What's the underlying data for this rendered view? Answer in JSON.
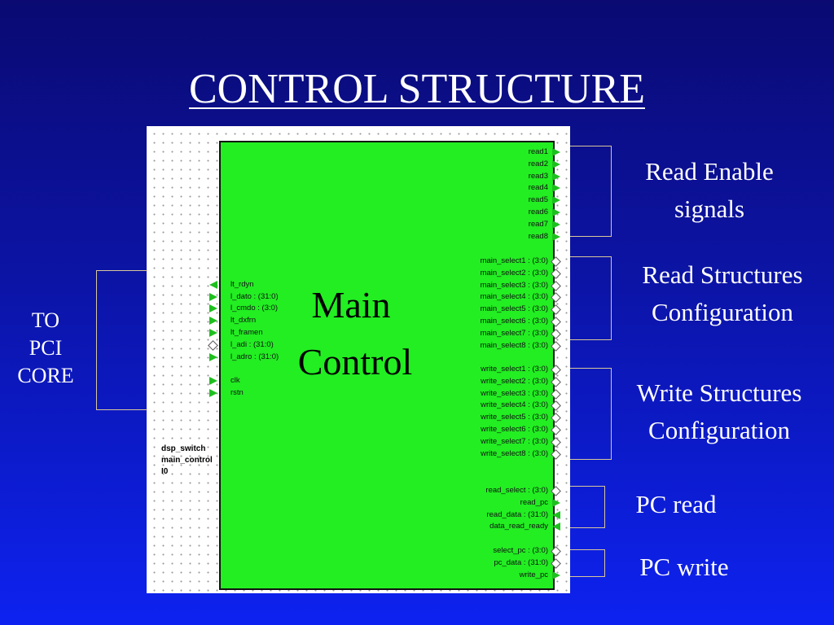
{
  "slide": {
    "title": "CONTROL STRUCTURE"
  },
  "block": {
    "label_line1": "Main",
    "label_line2": "Control",
    "instance": [
      "dsp_switch",
      "main_control",
      "I0"
    ]
  },
  "left_pins": [
    {
      "name": "lt_rdyn",
      "type": "input"
    },
    {
      "name": "l_dato : (31:0)",
      "type": "output"
    },
    {
      "name": "l_cmdo : (3:0)",
      "type": "output"
    },
    {
      "name": "lt_dxfrn",
      "type": "output"
    },
    {
      "name": "lt_framen",
      "type": "output"
    },
    {
      "name": "l_adi : (31:0)",
      "type": "bidir"
    },
    {
      "name": "l_adro : (31:0)",
      "type": "output"
    },
    {
      "name": "clk",
      "type": "output"
    },
    {
      "name": "rstn",
      "type": "output"
    }
  ],
  "read_pins": [
    "read1",
    "read2",
    "read3",
    "read4",
    "read5",
    "read6",
    "read7",
    "read8"
  ],
  "main_select_pins": [
    "main_select1 : (3:0)",
    "main_select2 : (3:0)",
    "main_select3 : (3:0)",
    "main_select4 : (3:0)",
    "main_select5 : (3:0)",
    "main_select6 : (3:0)",
    "main_select7 : (3:0)",
    "main_select8 : (3:0)"
  ],
  "write_select_pins": [
    "write_select1 : (3:0)",
    "write_select2 : (3:0)",
    "write_select3 : (3:0)",
    "write_select4 : (3:0)",
    "write_select5 : (3:0)",
    "write_select6 : (3:0)",
    "write_select7 : (3:0)",
    "write_select8 : (3:0)"
  ],
  "pc_read_pins": [
    {
      "name": "read_select : (3:0)",
      "type": "bidir"
    },
    {
      "name": "read_pc",
      "type": "output"
    },
    {
      "name": "read_data : (31:0)",
      "type": "input"
    },
    {
      "name": "data_read_ready",
      "type": "input"
    }
  ],
  "pc_write_pins": [
    {
      "name": "select_pc : (3:0)",
      "type": "bidir"
    },
    {
      "name": "pc_data : (31:0)",
      "type": "bidir"
    },
    {
      "name": "write_pc",
      "type": "output"
    }
  ],
  "annotations": {
    "read_enable": [
      "Read Enable",
      "signals"
    ],
    "read_structures": [
      "Read Structures",
      "Configuration"
    ],
    "write_structures": [
      "Write Structures",
      "Configuration"
    ],
    "pc_read": "PC read",
    "pc_write": "PC write",
    "to_pci": [
      "TO",
      "PCI",
      "CORE"
    ]
  },
  "colors": {
    "background_top": "#0a0a72",
    "background_bottom": "#0d22f0",
    "block_fill": "#22ee22",
    "pin_marker": "#1fbf1f",
    "bracket": "#d8c79a",
    "text": "#ffffff"
  }
}
